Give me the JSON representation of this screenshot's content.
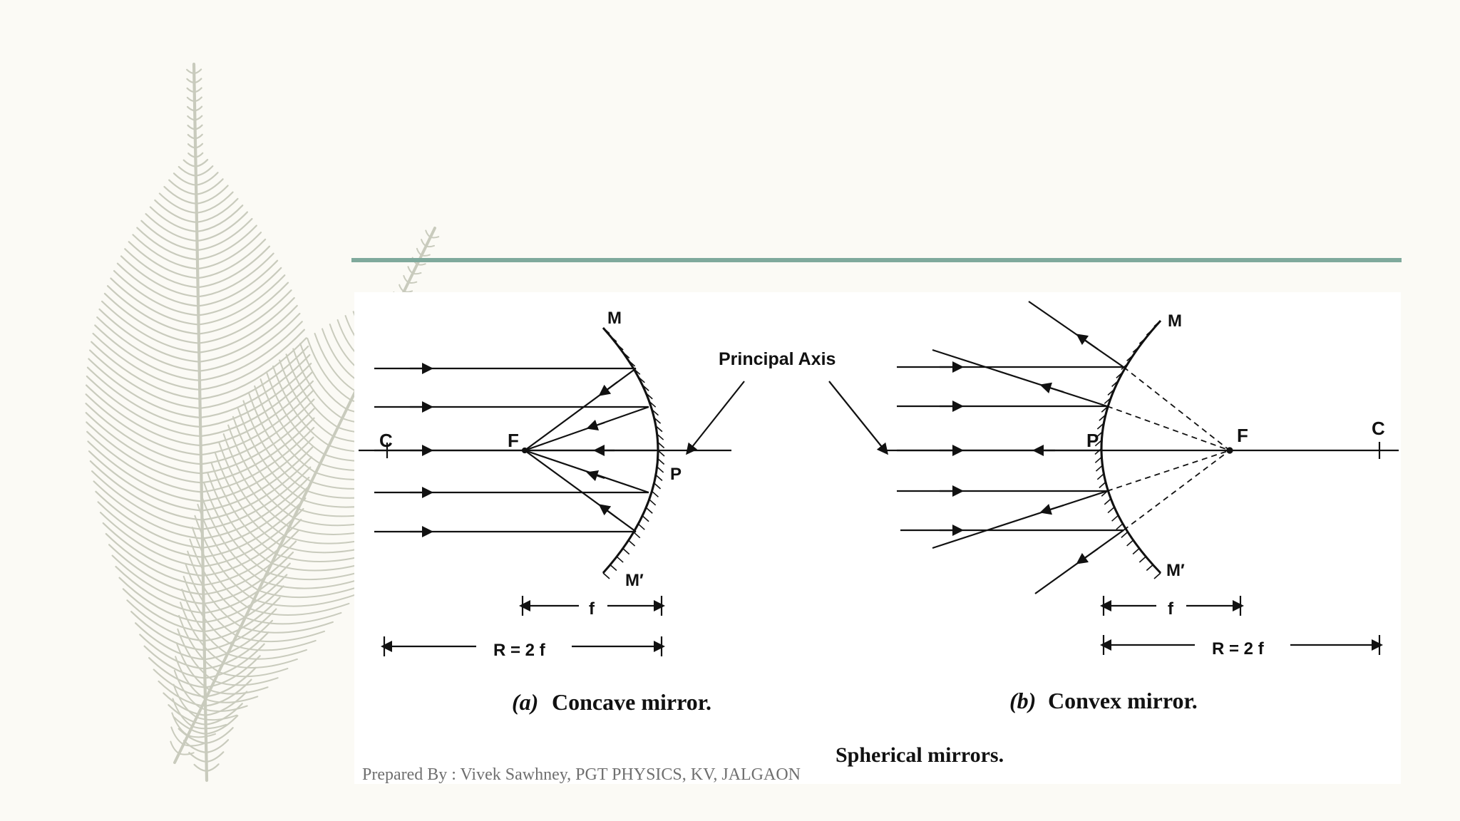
{
  "slide": {
    "colors": {
      "background": "#fbfaf5",
      "accent_rule": "#7fa99c",
      "feather": "#c9cbbd",
      "ink": "#111111"
    },
    "decoration": "feather-illustration"
  },
  "diagram": {
    "concave": {
      "label_M": "M",
      "label_M_prime": "M′",
      "label_C": "C",
      "label_F": "F",
      "label_P": "P",
      "label_f": "f",
      "label_R": "R = 2 f",
      "caption_part": "(a)",
      "caption": "Concave mirror."
    },
    "convex": {
      "label_M": "M",
      "label_M_prime": "M′",
      "label_C": "C",
      "label_F": "F",
      "label_P": "P",
      "label_f": "f",
      "label_R": "R = 2 f",
      "caption_part": "(b)",
      "caption": "Convex mirror."
    },
    "principal_axis_label": "Principal Axis",
    "title": "Spherical mirrors."
  },
  "footer": {
    "credit": "Prepared By : Vivek Sawhney, PGT PHYSICS, KV, JALGAON"
  }
}
